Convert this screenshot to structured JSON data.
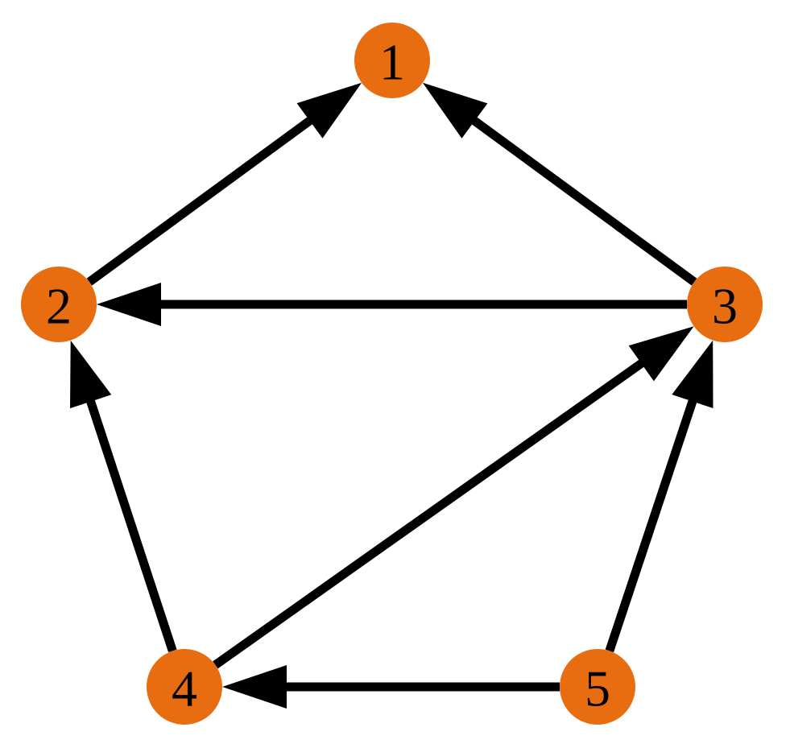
{
  "graph": {
    "type": "directed",
    "colors": {
      "node_fill": "#e86d10",
      "edge": "#000000",
      "label": "#000000",
      "background": "#ffffff"
    },
    "nodes": [
      {
        "id": "1",
        "label": "1"
      },
      {
        "id": "2",
        "label": "2"
      },
      {
        "id": "3",
        "label": "3"
      },
      {
        "id": "4",
        "label": "4"
      },
      {
        "id": "5",
        "label": "5"
      }
    ],
    "edges": [
      {
        "from": "2",
        "to": "1"
      },
      {
        "from": "3",
        "to": "1"
      },
      {
        "from": "3",
        "to": "2"
      },
      {
        "from": "4",
        "to": "2"
      },
      {
        "from": "4",
        "to": "3"
      },
      {
        "from": "5",
        "to": "3"
      },
      {
        "from": "5",
        "to": "4"
      }
    ]
  }
}
